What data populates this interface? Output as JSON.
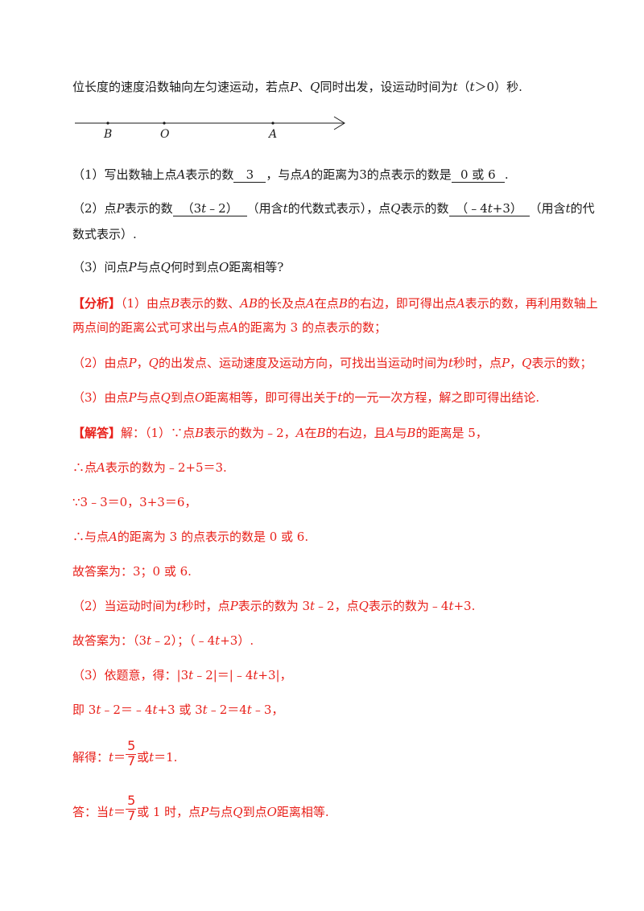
{
  "intro": {
    "text_a": "位长度的速度沿数轴向左匀速运动，若点",
    "P": "P",
    "sep": "、",
    "Q": "Q",
    "text_b": "同时出发，设运动时间为",
    "t": "t",
    "paren_open": "（",
    "t2": "t",
    "cond": "＞0",
    "paren_close": "）",
    "text_c": "秒."
  },
  "numberline": {
    "points": [
      {
        "label": "B"
      },
      {
        "label": "O"
      },
      {
        "label": "A"
      }
    ]
  },
  "q1": {
    "a": "（1）写出数轴上点",
    "A": "A",
    "b": "表示的数",
    "ans1": "3",
    "c": "，与点",
    "A2": "A",
    "d": "的距离为3的点表示的数是",
    "ans2": "0 或 6",
    "e": "."
  },
  "q2": {
    "a": "（2）点",
    "P": "P",
    "b": "表示的数",
    "ans1_a": "（3",
    "ans1_t": "t",
    "ans1_b": "﹣2）",
    "c": "（用含",
    "t": "t",
    "d": "的代数式表示），点",
    "Q": "Q",
    "e": "表示的数",
    "ans2_a": "（﹣4",
    "ans2_t": "t",
    "ans2_b": "+3）",
    "f": "（用含",
    "t2": "t",
    "g": "的代",
    "line2": "数式表示）."
  },
  "q3": {
    "a": "（3）问点",
    "P": "P",
    "b": "与点",
    "Q": "Q",
    "c": "何时到点",
    "O": "O",
    "d": "距离相等?"
  },
  "analysis": {
    "tag": "【分析】",
    "l1a": "（1）由点",
    "l1B": "B",
    "l1b": "表示的数、",
    "l1AB": "AB",
    "l1c": "的长及点",
    "l1A": "A",
    "l1d": "在点",
    "l1B2": "B",
    "l1e": "的右边，即可得出点",
    "l1A2": "A",
    "l1f": "表示的数，再利用数轴上",
    "l2a": "两点间的距离公式可求出与点",
    "l2A": "A",
    "l2b": "的距离为 3 的点表示的数；",
    "p2a": "（2）由点",
    "p2P": "P",
    "p2sep": "，",
    "p2Q": "Q",
    "p2b": "的出发点、运动速度及运动方向，可找出当运动时间为",
    "p2t": "t",
    "p2c": "秒时，点",
    "p2P2": "P",
    "p2sep2": "，",
    "p2Q2": "Q",
    "p2d": "表示的数；",
    "p3a": "（3）由点",
    "p3P": "P",
    "p3b": "与点",
    "p3Q": "Q",
    "p3c": "到点",
    "p3O": "O",
    "p3d": "距离相等，即可得出关于",
    "p3t": "t",
    "p3e": "的一元一次方程，解之即可得出结论."
  },
  "solution": {
    "tag": "【解答】",
    "s1a": "解：（1）∵点",
    "s1B": "B",
    "s1b": "表示的数为﹣2，",
    "s1A": "A",
    "s1c": "在",
    "s1B2": "B",
    "s1d": "的右边，且",
    "s1A2": "A",
    "s1e": "与",
    "s1B3": "B",
    "s1f": "的距离是 5，",
    "s2a": "∴点",
    "s2A": "A",
    "s2b": "表示的数为﹣2+5＝3.",
    "s3": "∵3﹣3＝0，3+3＝6，",
    "s4a": "∴与点",
    "s4A": "A",
    "s4b": "的距离为 3 的点表示的数是 0 或 6.",
    "s5": "故答案为：3；0 或 6.",
    "s6a": "（2）当运动时间为",
    "s6t": "t",
    "s6b": "秒时，点",
    "s6P": "P",
    "s6c": "表示的数为 3",
    "s6t2": "t",
    "s6d": "﹣2，点",
    "s6Q": "Q",
    "s6e": "表示的数为﹣4",
    "s6t3": "t",
    "s6f": "+3.",
    "s7a": "故答案为：（3",
    "s7t": "t",
    "s7b": "﹣2）；（﹣4",
    "s7t2": "t",
    "s7c": "+3）.",
    "s8a": "（3）依题意，得：|3",
    "s8t": "t",
    "s8b": "﹣2|＝|﹣4",
    "s8t2": "t",
    "s8c": "+3|，",
    "s9a": "即 3",
    "s9t": "t",
    "s9b": "﹣2＝﹣4",
    "s9t2": "t",
    "s9c": "+3 或 3",
    "s9t3": "t",
    "s9d": "﹣2＝4",
    "s9t4": "t",
    "s9e": "﹣3，",
    "s10a": "解得：",
    "s10t": "t",
    "s10eq": "＝",
    "frac_num": "5",
    "frac_den": "7",
    "s10b": "或",
    "s10t2": "t",
    "s10c": "＝1.",
    "s11a": "答：当",
    "s11t": "t",
    "s11eq": "＝",
    "s11b": "或 1 时，点",
    "s11P": "P",
    "s11c": "与点",
    "s11Q": "Q",
    "s11d": "到点",
    "s11O": "O",
    "s11e": "距离相等."
  },
  "colors": {
    "answer_red": "#e8201a",
    "text": "#1a1a1a"
  }
}
